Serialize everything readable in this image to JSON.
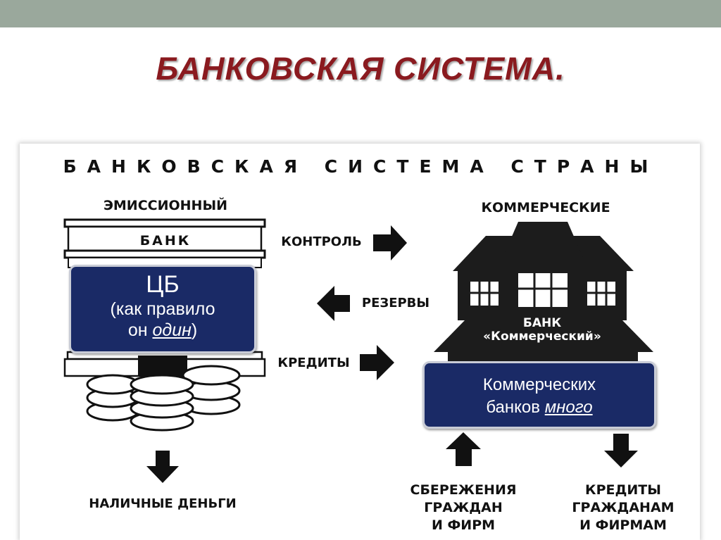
{
  "slide": {
    "title": "БАНКОВСКАЯ СИСТЕМА."
  },
  "diagram": {
    "heading": "БАНКОВСКАЯ СИСТЕМА СТРАНЫ",
    "central_bank": {
      "caption": "ЭМИССИОННЫЙ",
      "building_sign": "БАНК",
      "box_title": "ЦБ",
      "box_line1": "(как правило",
      "box_line2_prefix": "он ",
      "box_line2_emphasis": "один",
      "box_line2_suffix": ")",
      "output_label": "НАЛИЧНЫЕ ДЕНЬГИ"
    },
    "flows": {
      "control": "КОНТРОЛЬ",
      "reserves": "РЕЗЕРВЫ",
      "credits": "КРЕДИТЫ"
    },
    "commercial_banks": {
      "caption": "КОММЕРЧЕСКИЕ",
      "building_sign_line1": "БАНК",
      "building_sign_line2": "«Коммерческий»",
      "box_line1": "Коммерческих",
      "box_line2_prefix": "банков ",
      "box_line2_emphasis": "много",
      "input_label": [
        "СБЕРЕЖЕНИЯ",
        "ГРАЖДАН",
        "И ФИРМ"
      ],
      "output_label": [
        "КРЕДИТЫ",
        "ГРАЖДАНАМ",
        "И ФИРМАМ"
      ]
    }
  },
  "colors": {
    "title": "#8a1a1f",
    "box_fill": "#1a2a66",
    "top_bar": "#9aa89c"
  }
}
